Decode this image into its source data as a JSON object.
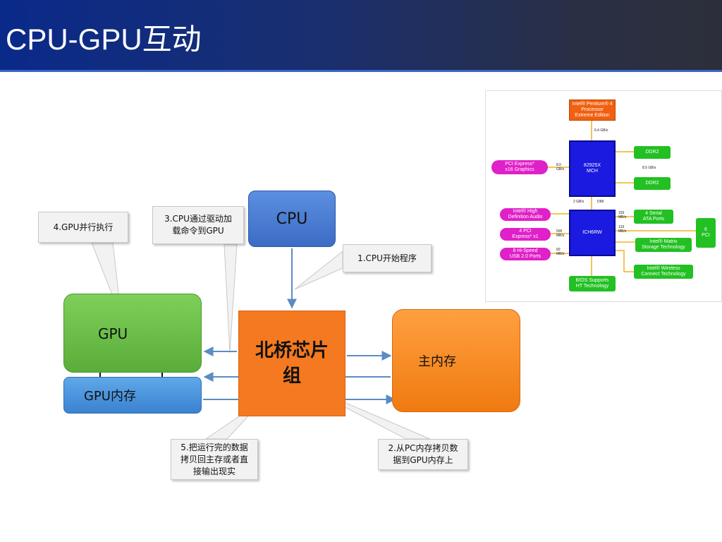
{
  "slide": {
    "title": "CPU-GPU互动"
  },
  "diagram": {
    "cpu": "CPU",
    "gpu": "GPU",
    "gpu_mem": "GPU内存",
    "northbridge_line1": "北桥芯片",
    "northbridge_line2": "组",
    "main_mem": "主内存",
    "callouts": {
      "step1": "1.CPU开始程序",
      "step2_line1": "2.从PC内存拷贝数",
      "step2_line2": "据到GPU内存上",
      "step3_line1": "3.CPU通过驱动加",
      "step3_line2": "载命令到GPU",
      "step4": "4.GPU并行执行",
      "step5_line1": "5.把运行完的数据",
      "step5_line2": "拷贝回主存或者直",
      "step5_line3": "接输出现实"
    }
  },
  "inset": {
    "cpu_line1": "Intel® Pentium® 4",
    "cpu_line2": "Processor",
    "cpu_line3": "Extreme Edition",
    "fsb": "6.4 GB/s",
    "mch_line1": "82925X",
    "mch_line2": "MCH",
    "ddr_a": "DDR2",
    "ddr_b": "DDR2",
    "ddr_bw": "8.5 GB/s",
    "pcie_x16_line1": "PCI Express*",
    "pcie_x16_line2": "x16 Graphics",
    "pcie_bw_line1": "8.0",
    "pcie_bw_line2": "GB/s",
    "dmi_bw": "2 GB/s",
    "dmi": "DMI",
    "ich_line1": "ICH6RW",
    "audio_line1": "Intel® High",
    "audio_line2": "Definition Audio",
    "pcie_x1_line1": "4 PCI",
    "pcie_x1_line2": "Express* x1",
    "pcie_x1_bw_line1": "500",
    "pcie_x1_bw_line2": "MB/s",
    "usb_line1": "8 Hi-Speed",
    "usb_line2": "USB 2.0 Ports",
    "usb_bw_line1": "60",
    "usb_bw_line2": "MB/s",
    "sata_line1": "4 Serial",
    "sata_line2": "ATA Ports",
    "sata_bw_line1": "150",
    "sata_bw_line2": "MB/s",
    "pci_bw_line1": "133",
    "pci_bw_line2": "MB/s",
    "pci_line1": "6",
    "pci_line2": "PCI",
    "matrix_line1": "Intel® Matrix",
    "matrix_line2": "Storage Technology",
    "wireless_line1": "Intel® Wireless",
    "wireless_line2": "Connect Technology",
    "bios_line1": "BIOS Supports",
    "bios_line2": "HT Technology"
  },
  "colors": {
    "cpu_box": "#4a7fd4",
    "gpu_box": "#6abf47",
    "gpu_mem_box": "#4c94dd",
    "northbridge_box": "#f47920",
    "main_mem_box": "#f58a20",
    "inset_blue": "#1a1ae0",
    "inset_green": "#22c022",
    "inset_magenta": "#e020c8",
    "inset_orange": "#f06010"
  }
}
